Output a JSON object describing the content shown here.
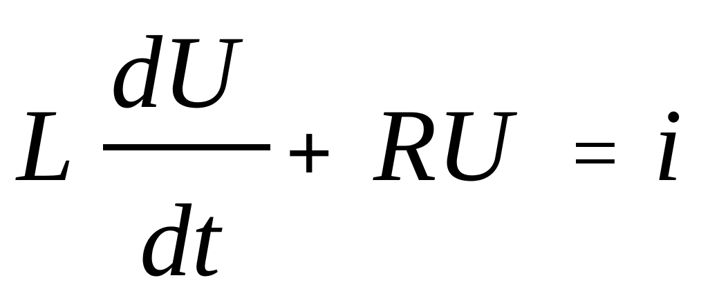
{
  "equation": {
    "lhs_coefficient": "L",
    "fraction_numerator": "dU",
    "fraction_denominator": "dt",
    "plus_operator": "+",
    "second_term": "RU",
    "equals_operator": "=",
    "rhs": "i"
  }
}
